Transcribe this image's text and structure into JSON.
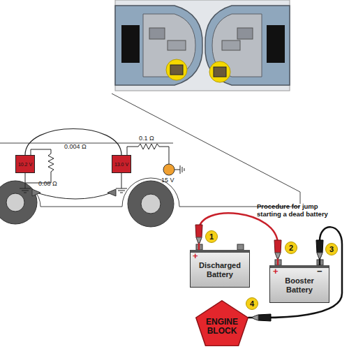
{
  "diagram": {
    "nodes": [
      {
        "text": [
          "10.2 V"
        ]
      },
      {
        "text": [
          "13.0 V"
        ]
      },
      {
        "text": [
          "1"
        ]
      },
      {
        "text": [
          "Discharged Battery"
        ]
      },
      {
        "text": [
          "2"
        ]
      },
      {
        "text": [
          "Booster Battery"
        ]
      },
      {
        "text": [
          "3"
        ]
      },
      {
        "text": [
          "4"
        ]
      },
      {
        "text": [
          "ENGINE BLOCK"
        ]
      }
    ],
    "edges": [
      {
        "from": 0,
        "to": 1,
        "arrow": "none"
      },
      {
        "from": 3,
        "to": 5,
        "arrow": "none"
      },
      {
        "from": 5,
        "to": 8,
        "arrow": "none"
      }
    ],
    "labels": [
      "0.1 Ω",
      "0.004 Ω",
      "0.08 Ω",
      "15 V",
      "Procedure for jump starting a dead battery",
      "+",
      "+",
      "−"
    ]
  }
}
